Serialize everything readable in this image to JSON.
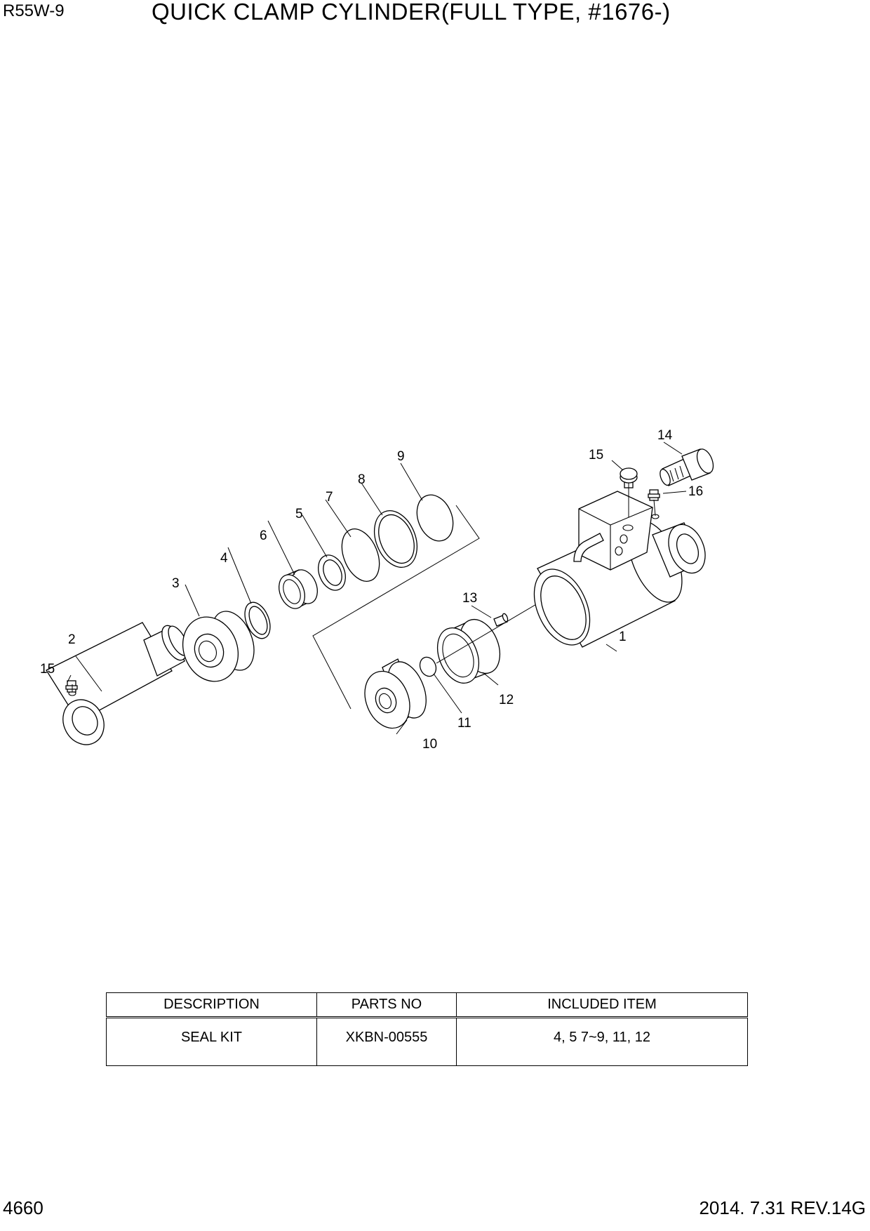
{
  "header": {
    "model": "R55W-9",
    "title": "QUICK CLAMP CYLINDER(FULL TYPE, #1676-)"
  },
  "callouts": {
    "c1": "1",
    "c2": "2",
    "c3": "3",
    "c4": "4",
    "c5": "5",
    "c6": "6",
    "c7": "7",
    "c8": "8",
    "c9": "9",
    "c10": "10",
    "c11": "11",
    "c12": "12",
    "c13": "13",
    "c14": "14",
    "c15_top": "15",
    "c15_left": "15",
    "c16": "16"
  },
  "kit_table": {
    "headers": [
      "DESCRIPTION",
      "PARTS NO",
      "INCLUDED ITEM"
    ],
    "rows": [
      [
        "SEAL KIT",
        "XKBN-00555",
        "4, 5 7~9, 11, 12"
      ]
    ]
  },
  "footer": {
    "page_number": "4660",
    "revision": "2014. 7.31 REV.14G"
  }
}
